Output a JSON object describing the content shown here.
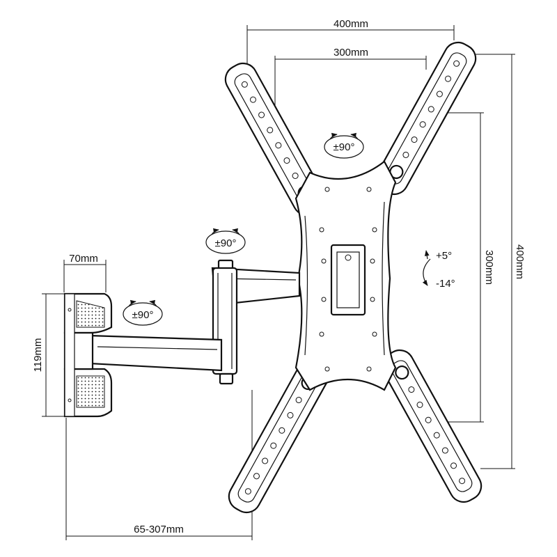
{
  "dimensions": {
    "horizontal_outer": "400mm",
    "horizontal_inner": "300mm",
    "vertical_inner": "300mm",
    "vertical_outer": "400mm",
    "bracket_width": "70mm",
    "bracket_height": "119mm",
    "extension": "65-307mm"
  },
  "rotations": {
    "plate": "±90°",
    "arm_upper": "±90°",
    "arm_lower": "±90°"
  },
  "tilt": {
    "up": "+5°",
    "down": "-14°"
  }
}
